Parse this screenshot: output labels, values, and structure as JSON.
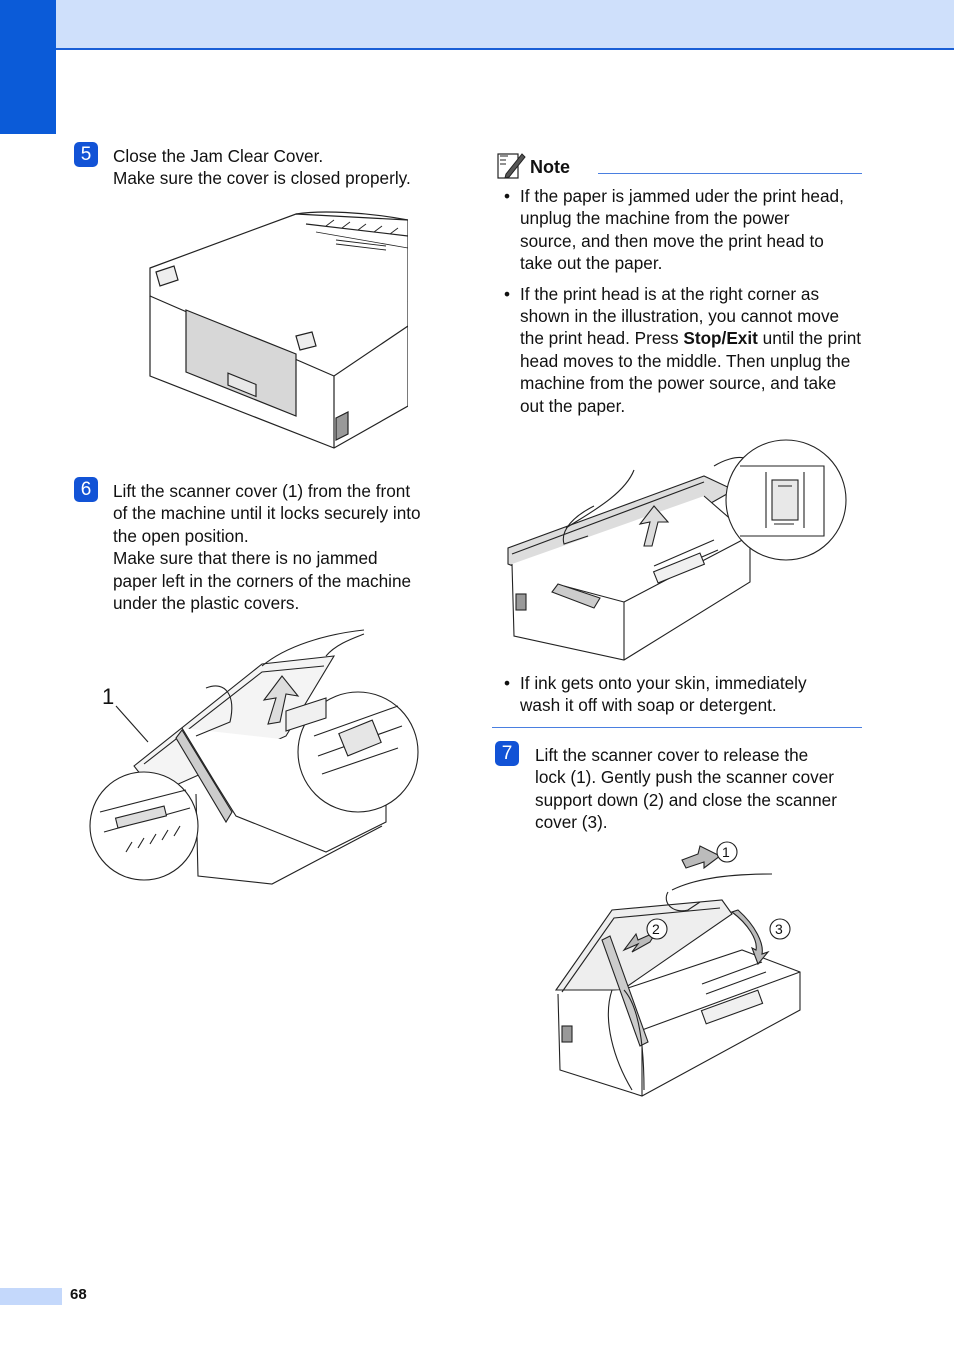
{
  "steps": [
    {
      "badge": "5",
      "lines": [
        "Close the Jam Clear Cover.",
        "Make sure the cover is closed properly."
      ]
    },
    {
      "badge": "6",
      "lines": [
        "Lift the scanner cover (1) from the front",
        "of the machine until it locks securely into",
        "the open position.",
        "Make sure that there is no jammed",
        "paper left in the corners of the machine",
        "under the plastic covers."
      ]
    },
    {
      "badge": "7",
      "lines": [
        "Lift the scanner cover to release the",
        "lock (1). Gently push the scanner cover",
        "support down (2) and close the scanner",
        "cover (3)."
      ]
    }
  ],
  "note": {
    "title": "Note",
    "bullets": [
      {
        "lines": [
          "If the paper is jammed uder the print head,",
          "unplug the machine from the power",
          "source, and then move the print head to",
          "take out the paper."
        ]
      },
      {
        "pre": "If the print head is at the right corner as shown in the illustration, you cannot move the print head. Press ",
        "bold": "Stop/Exit",
        "post": " until the print head moves to the middle. Then unplug the machine from the power source, and take out the paper."
      },
      {
        "lines": [
          "If ink gets onto your skin, immediately",
          "wash it off with soap or detergent."
        ]
      }
    ]
  },
  "figures": {
    "step6_callout": "1",
    "step7_callouts": [
      "1",
      "2",
      "3"
    ]
  },
  "page_number": "68"
}
